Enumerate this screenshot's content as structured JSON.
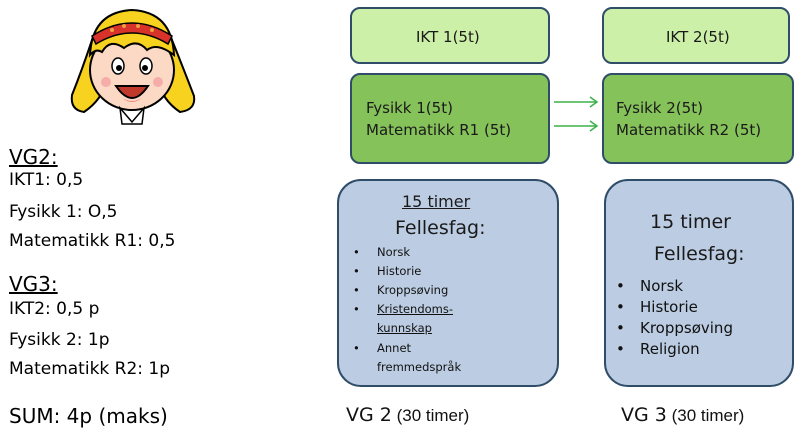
{
  "left": {
    "vg2_heading": "VG2:",
    "vg2_lines": [
      "IKT1: 0,5",
      "Fysikk 1: O,5",
      "Matematikk R1: 0,5"
    ],
    "vg3_heading": "VG3:",
    "vg3_lines": [
      "IKT2: 0,5 p",
      "Fysikk 2: 1p",
      "Matematikk R2: 1p"
    ],
    "sum": "SUM: 4p (maks)"
  },
  "vg2": {
    "ikt": "IKT 1(5t)",
    "fysikk": "Fysikk  1(5t)",
    "matte": "Matematikk R1 (5t)",
    "timer": "15 timer",
    "fellesfag": "Fellesfag:",
    "items": [
      "Norsk",
      "Historie",
      "Kroppsøving",
      "Kristendoms-",
      "kunnskap",
      "Annet",
      "fremmedspråk"
    ],
    "label_main": "VG 2",
    "label_sub": " (30 timer)"
  },
  "vg3": {
    "ikt": "IKT 2(5t)",
    "fysikk": "Fysikk  2(5t)",
    "matte": "Matematikk R2 (5t)",
    "timer": "15 timer",
    "fellesfag": "Fellesfag:",
    "items": [
      "Norsk",
      "Historie",
      "Kroppsøving",
      "Religion"
    ],
    "label_main": "VG 3",
    "label_sub": "  (30 timer)"
  },
  "colors": {
    "ikt_fill": "#cdf0a8",
    "fysmat_fill": "#86c25a",
    "felles_fill": "#bccde3",
    "border": "#2f4d69",
    "arrow": "#3cb04a"
  }
}
